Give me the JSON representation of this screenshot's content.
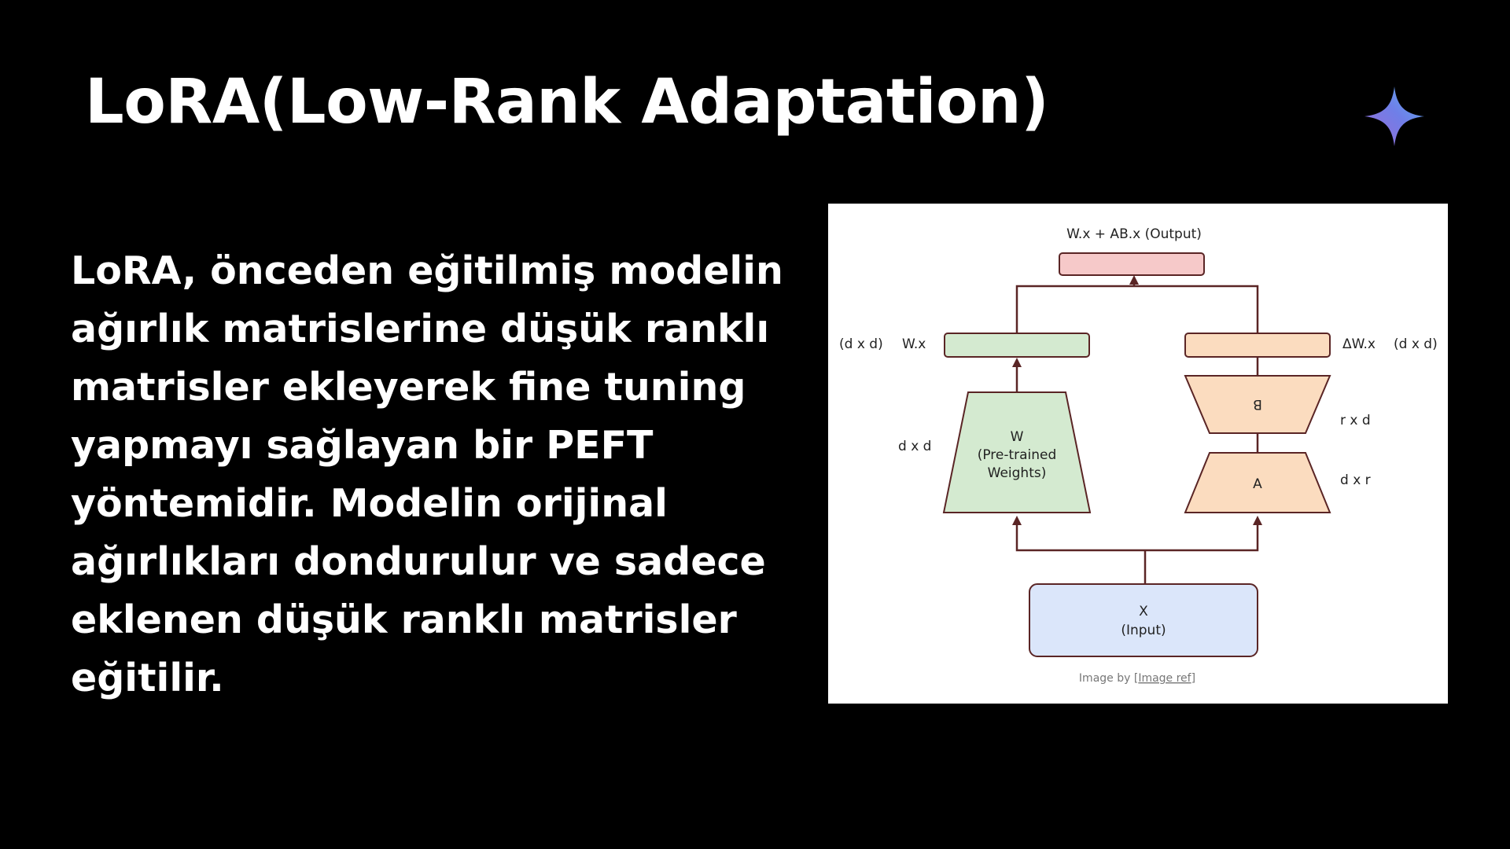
{
  "slide": {
    "title": "LoRA(Low-Rank Adaptation)",
    "body": "LoRA, önceden eğitilmiş modelin ağırlık matrislerine düşük ranklı matrisler ekleyerek fine tuning yapmayı sağlayan bir PEFT yöntemidir. Modelin orijinal ağırlıkları dondurulur ve sadece eklenen düşük ranklı matrisler eğitilir.",
    "accent_icon": "sparkle-icon"
  },
  "diagram": {
    "output_label": "W.x + AB.x (Output)",
    "left_dim": "(d x d)",
    "left_output": "W.x",
    "right_output": "ΔW.x",
    "right_dim": "(d x d)",
    "w_block": {
      "line1": "W",
      "line2": "(Pre-trained",
      "line3": "Weights)"
    },
    "w_dim": "d x d",
    "b_block": "B",
    "b_dim": "r x d",
    "a_block": "A",
    "a_dim": "d x r",
    "input": {
      "line1": "X",
      "line2": "(Input)"
    },
    "caption_prefix": "Image by [",
    "caption_link": "Image ref",
    "caption_suffix": "]",
    "colors": {
      "output_box": "#f6c9c9",
      "wx_box": "#d4ead0",
      "dwx_box": "#fbdcbf",
      "w_block": "#d4ead0",
      "ab_block": "#fbdcbf",
      "input_box": "#dbe6fa",
      "wire": "#5a2525"
    }
  }
}
